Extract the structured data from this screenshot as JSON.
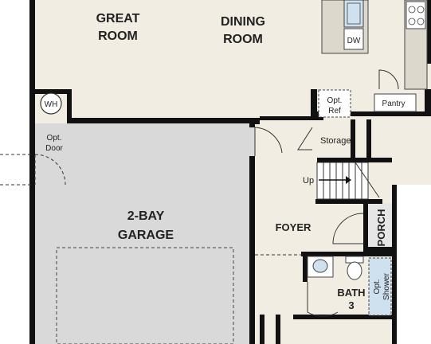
{
  "rooms": {
    "great_room": [
      "GREAT",
      "ROOM"
    ],
    "dining_room": [
      "DINING",
      "ROOM"
    ],
    "garage": [
      "2-BAY",
      "GARAGE"
    ],
    "foyer": "FOYER",
    "porch": "PORCH",
    "bath": [
      "BATH",
      "3"
    ],
    "storage": "Storage",
    "pantry": "Pantry"
  },
  "fixtures": {
    "water_heater": "WH",
    "opt_door": [
      "Opt.",
      "Door"
    ],
    "opt_ref": [
      "Opt.",
      "Ref"
    ],
    "dishwasher": "DW",
    "opt_shower": [
      "Opt.",
      "Shower"
    ],
    "stairs_up": "Up"
  },
  "colors": {
    "wall": "#111111",
    "garage_fill": "#d9d9d9",
    "living_fill": "#f1ede3",
    "porch_fill": "#e6e6e6",
    "fixture_blue": "#cfe0ee"
  }
}
